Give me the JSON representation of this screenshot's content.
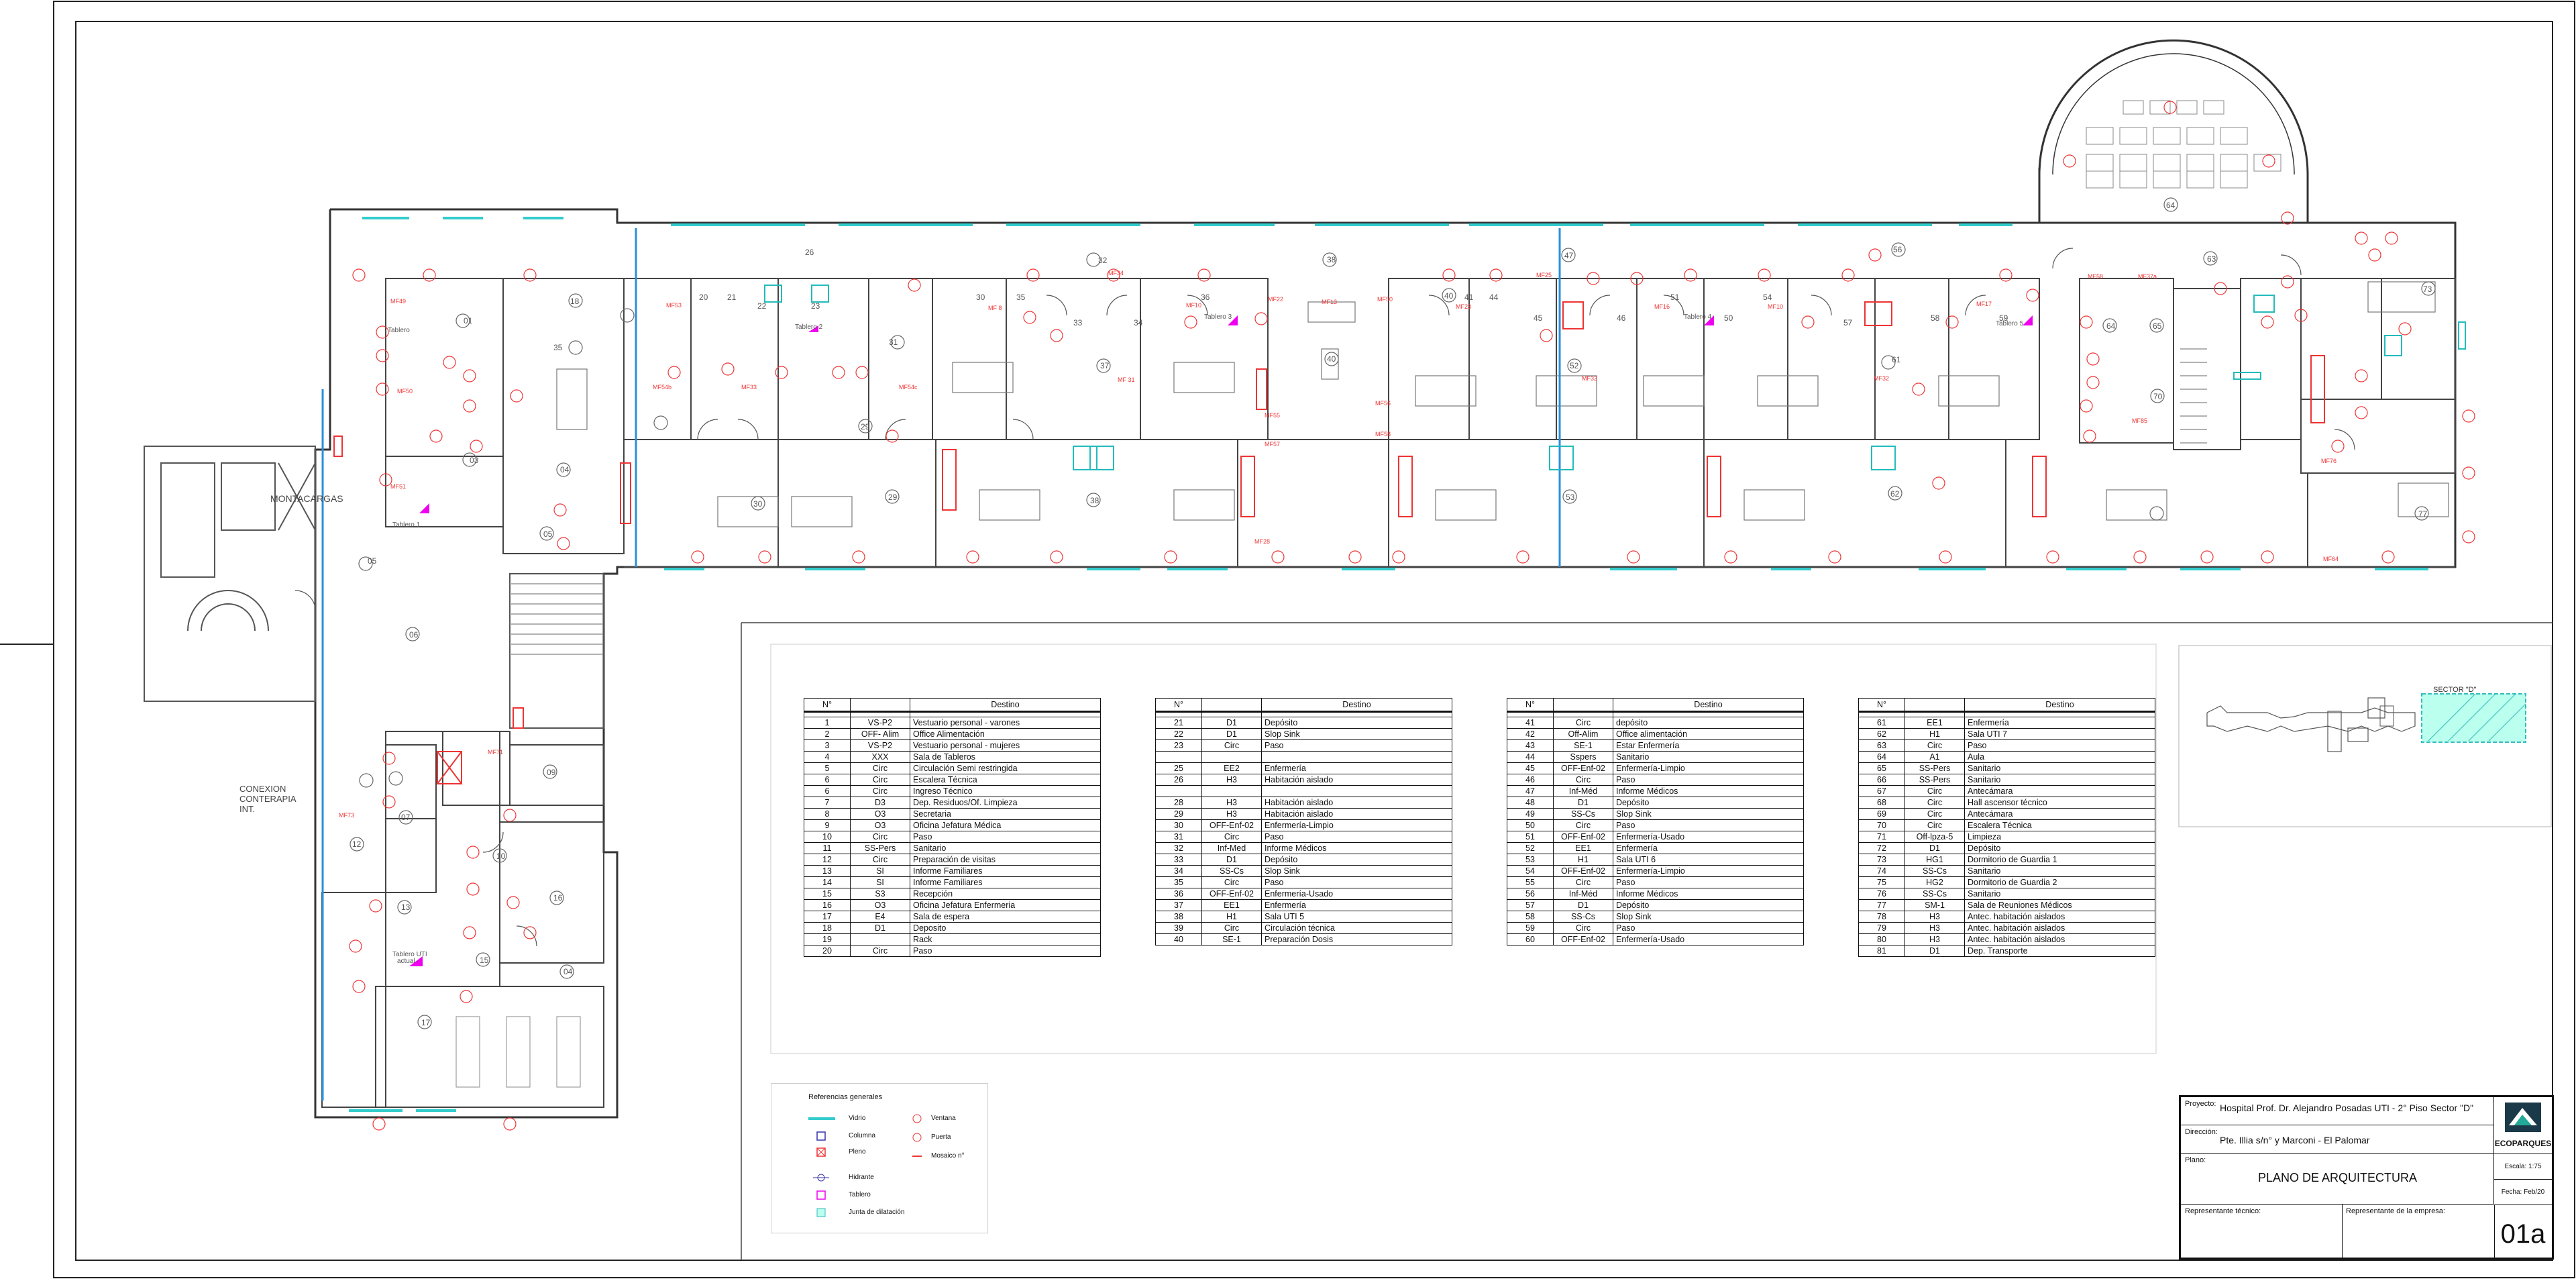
{
  "plan": {
    "label_montacargas": "MONTACARGAS",
    "label_conexion": [
      "CONEXION",
      "CONTERAPIA",
      "INT."
    ],
    "sector_label": "SECTOR \"D\""
  },
  "references_tables": [
    {
      "headers": [
        "N°",
        "",
        "Destino"
      ],
      "rows": [
        [
          "1",
          "VS-P2",
          "Vestuario personal - varones"
        ],
        [
          "2",
          "OFF- Alim",
          "Office Alimentación"
        ],
        [
          "3",
          "VS-P2",
          "Vestuario personal - mujeres"
        ],
        [
          "4",
          "XXX",
          "Sala de Tableros"
        ],
        [
          "5",
          "Circ",
          "Circulación Semi restringida"
        ],
        [
          "6",
          "Circ",
          "Escalera Técnica"
        ],
        [
          "6",
          "Circ",
          "Ingreso Técnico"
        ],
        [
          "7",
          "D3",
          "Dep. Residuos/Of. Limpieza"
        ],
        [
          "8",
          "O3",
          "Secretaria"
        ],
        [
          "9",
          "O3",
          "Oficina Jefatura Médica"
        ],
        [
          "10",
          "Circ",
          "Paso"
        ],
        [
          "11",
          "SS-Pers",
          "Sanitario"
        ],
        [
          "12",
          "Circ",
          "Preparación de visitas"
        ],
        [
          "13",
          "SI",
          "Informe Familiares"
        ],
        [
          "14",
          "SI",
          "Informe Familiares"
        ],
        [
          "15",
          "S3",
          "Recepción"
        ],
        [
          "16",
          "O3",
          "Oficina Jefatura Enfermeria"
        ],
        [
          "17",
          "E4",
          "Sala de espera"
        ],
        [
          "18",
          "D1",
          "Deposito"
        ],
        [
          "19",
          "",
          "Rack"
        ],
        [
          "20",
          "Circ",
          "Paso"
        ]
      ]
    },
    {
      "headers": [
        "N°",
        "",
        "Destino"
      ],
      "rows": [
        [
          "21",
          "D1",
          "Depósito"
        ],
        [
          "22",
          "D1",
          "Slop Sink"
        ],
        [
          "23",
          "Circ",
          "Paso"
        ],
        [
          "",
          "",
          ""
        ],
        [
          "25",
          "EE2",
          "Enfermería"
        ],
        [
          "26",
          "H3",
          "Habitación aislado"
        ],
        [
          "",
          "",
          ""
        ],
        [
          "28",
          "H3",
          "Habitación aislado"
        ],
        [
          "29",
          "H3",
          "Habitación aislado"
        ],
        [
          "30",
          "OFF-Enf-02",
          "Enfermería-Limpio"
        ],
        [
          "31",
          "Circ",
          "Paso"
        ],
        [
          "32",
          "Inf-Med",
          "Informe Médicos"
        ],
        [
          "33",
          "D1",
          "Depósito"
        ],
        [
          "34",
          "SS-Cs",
          "Slop Sink"
        ],
        [
          "35",
          "Circ",
          "Paso"
        ],
        [
          "36",
          "OFF-Enf-02",
          "Enfermería-Usado"
        ],
        [
          "37",
          "EE1",
          "Enfermería"
        ],
        [
          "38",
          "H1",
          "Sala UTI 5"
        ],
        [
          "39",
          "Circ",
          "Circulación técnica"
        ],
        [
          "40",
          "SE-1",
          "Preparación Dosis"
        ]
      ]
    },
    {
      "headers": [
        "N°",
        "",
        "Destino"
      ],
      "rows": [
        [
          "41",
          "Circ",
          "depósito"
        ],
        [
          "42",
          "Off-Alim",
          "Office  alimentación"
        ],
        [
          "43",
          "SE-1",
          "Estar Enfermería"
        ],
        [
          "44",
          "Sspers",
          "Sanitario"
        ],
        [
          "45",
          "OFF-Enf-02",
          "Enfermería-Limpio"
        ],
        [
          "46",
          "Circ",
          "Paso"
        ],
        [
          "47",
          "Inf-Méd",
          "Informe Médicos"
        ],
        [
          "48",
          "D1",
          "Depósito"
        ],
        [
          "49",
          "SS-Cs",
          "Slop Sink"
        ],
        [
          "50",
          "Circ",
          "Paso"
        ],
        [
          "51",
          "OFF-Enf-02",
          "Enfermería-Usado"
        ],
        [
          "52",
          "EE1",
          "Enfermería"
        ],
        [
          "53",
          "H1",
          "Sala UTI 6"
        ],
        [
          "54",
          "OFF-Enf-02",
          "Enfermería-Limpio"
        ],
        [
          "55",
          "Circ",
          "Paso"
        ],
        [
          "56",
          "Inf-Méd",
          "Informe Médicos"
        ],
        [
          "57",
          "D1",
          "Depósito"
        ],
        [
          "58",
          "SS-Cs",
          "Slop Sink"
        ],
        [
          "59",
          "Circ",
          "Paso"
        ],
        [
          "60",
          "OFF-Enf-02",
          "Enfermería-Usado"
        ]
      ]
    },
    {
      "headers": [
        "N°",
        "",
        "Destino"
      ],
      "rows": [
        [
          "61",
          "EE1",
          "Enfermería"
        ],
        [
          "62",
          "H1",
          "Sala UTI 7"
        ],
        [
          "63",
          "Circ",
          "Paso"
        ],
        [
          "64",
          "A1",
          "Aula"
        ],
        [
          "65",
          "SS-Pers",
          "Sanitario"
        ],
        [
          "66",
          "SS-Pers",
          "Sanitario"
        ],
        [
          "67",
          "Circ",
          "Antecámara"
        ],
        [
          "68",
          "Circ",
          "Hall ascensor técnico"
        ],
        [
          "69",
          "Circ",
          "Antecámara"
        ],
        [
          "70",
          "Circ",
          "Escalera Técnica"
        ],
        [
          "71",
          "Off-lpza-5",
          "Limpieza"
        ],
        [
          "72",
          "D1",
          "Depósito"
        ],
        [
          "73",
          "HG1",
          "Dormitorio de Guardia 1"
        ],
        [
          "74",
          "SS-Cs",
          "Sanitario"
        ],
        [
          "75",
          "HG2",
          "Dormitorio de Guardia 2"
        ],
        [
          "76",
          "SS-Cs",
          "Sanitario"
        ],
        [
          "77",
          "SM-1",
          "Sala de Reuniones Médicos"
        ],
        [
          "78",
          "H3",
          "Antec. habitación aislados"
        ],
        [
          "79",
          "H3",
          "Antec. habitación aislados"
        ],
        [
          "80",
          "H3",
          "Antec. habitación aislados"
        ],
        [
          "81",
          "D1",
          "Dep. Transporte"
        ]
      ]
    }
  ],
  "legend": {
    "title": "Referencias generales",
    "items": [
      "Vidrio",
      "Columna",
      "Pleno",
      "Hidrante",
      "Tablero",
      "Junta de dilatación"
    ],
    "items_right": [
      "Ventana",
      "Puerta",
      "Mosaico n°"
    ]
  },
  "title_block": {
    "proyecto_label": "Proyecto:",
    "proyecto_value": "Hospital Prof. Dr. Alejandro Posadas UTI - 2° Piso Sector \"D\"",
    "direccion_label": "Dirección:",
    "direccion_value": "Pte. Illia s/n° y Marconi - El Palomar",
    "plano_label": "Plano:",
    "plano_value": "PLANO DE ARQUITECTURA",
    "escala": "Escala: 1:75",
    "fecha": "Fecha: Feb/20",
    "rep_tecnico_label": "Representante técnico:",
    "rep_empresa_label": "Representante de la empresa:",
    "sheet": "01a",
    "logo_text": "ECOPARQUES"
  }
}
